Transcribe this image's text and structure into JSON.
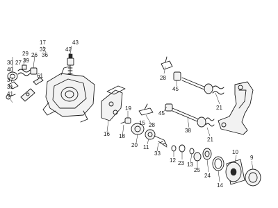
{
  "labels": {
    "p9": "9",
    "p10": "10",
    "p11": "11",
    "p12": "12",
    "p13": "13",
    "p14": "14",
    "p15": "15",
    "p16": "16",
    "p17": "17",
    "p18": "18",
    "p19": "19",
    "p20": "20",
    "p21a": "21",
    "p21b": "21",
    "p23": "23",
    "p24": "24",
    "p25": "25",
    "p26": "26",
    "p27": "27",
    "p28a": "28",
    "p28b": "28",
    "p29": "29",
    "p30": "30",
    "p31": "31",
    "p32": "32",
    "p33": "33",
    "p36": "36",
    "p37": "37",
    "p38": "38",
    "p39": "39",
    "p40": "40",
    "p41": "41",
    "p42": "42",
    "p43": "43",
    "p45a": "45",
    "p45b": "45",
    "p61": "61"
  }
}
